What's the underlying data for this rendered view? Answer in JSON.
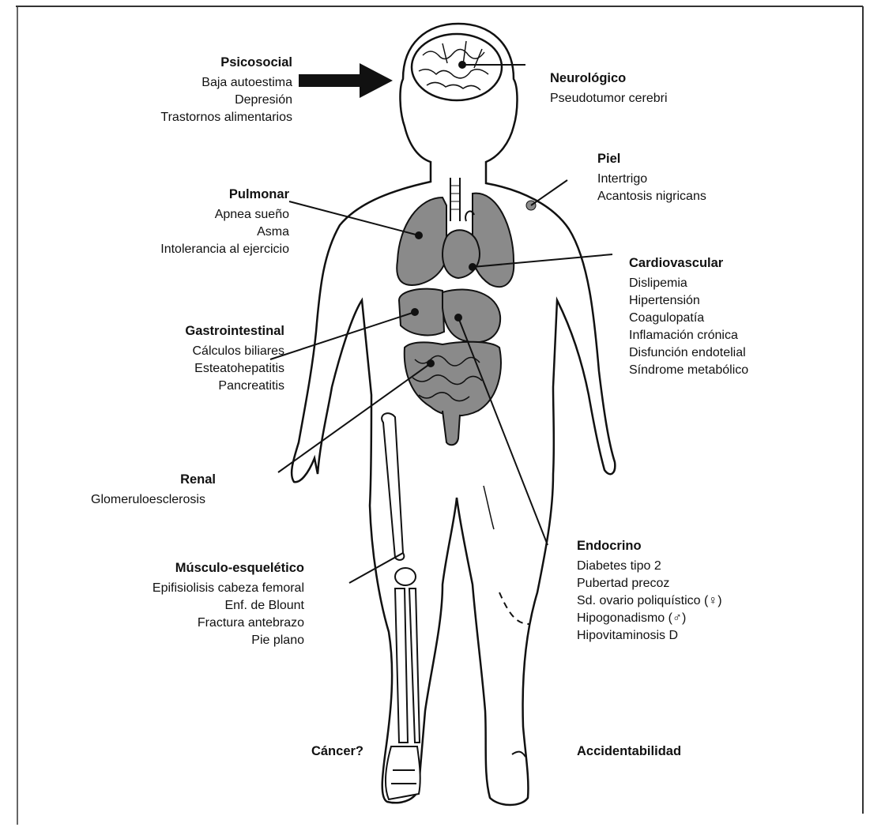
{
  "colors": {
    "organ_fill": "#8a8a8a",
    "outline": "#111111",
    "frame": "#333333"
  },
  "groups": {
    "psicosocial": {
      "title": "Psicosocial",
      "items": [
        "Baja autoestima",
        "Depresión",
        "Trastornos alimentarios"
      ]
    },
    "neurologico": {
      "title": "Neurológico",
      "items": [
        "Pseudotumor cerebri"
      ]
    },
    "piel": {
      "title": "Piel",
      "items": [
        "Intertrigo",
        "Acantosis nigricans"
      ]
    },
    "pulmonar": {
      "title": "Pulmonar",
      "items": [
        "Apnea sueño",
        "Asma",
        "Intolerancia al ejercicio"
      ]
    },
    "cardiovascular": {
      "title": "Cardiovascular",
      "items": [
        "Dislipemia",
        "Hipertensión",
        "Coagulopatía",
        "Inflamación crónica",
        "Disfunción endotelial",
        "Síndrome metabólico"
      ]
    },
    "gastrointestinal": {
      "title": "Gastrointestinal",
      "items": [
        "Cálculos biliares",
        "Esteatohepatitis",
        "Pancreatitis"
      ]
    },
    "renal": {
      "title": "Renal",
      "items": [
        "Glomeruloesclerosis"
      ]
    },
    "endocrino": {
      "title": "Endocrino",
      "items": [
        "Diabetes tipo 2",
        "Pubertad precoz",
        "Sd. ovario poliquístico (♀)",
        "Hipogonadismo (♂)",
        "Hipovitaminosis D"
      ]
    },
    "musculo": {
      "title": "Músculo-esquelético",
      "items": [
        "Epifisiolisis cabeza femoral",
        "Enf. de Blount",
        "Fractura antebrazo",
        "Pie plano"
      ]
    },
    "cancer": {
      "title": "Cáncer?",
      "items": []
    },
    "accidentabilidad": {
      "title": "Accidentabilidad",
      "items": []
    }
  }
}
